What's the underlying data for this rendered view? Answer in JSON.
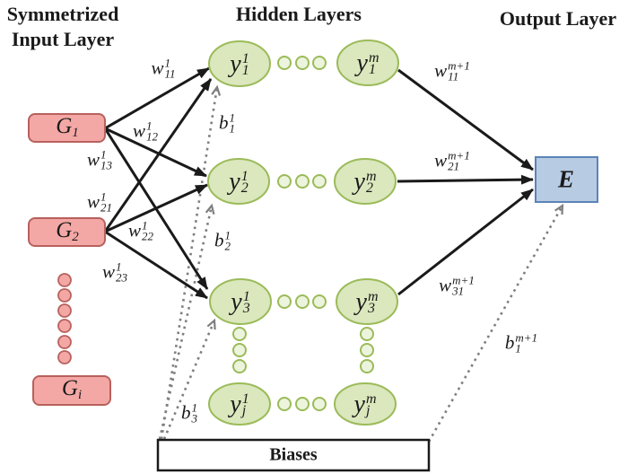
{
  "titles": {
    "input_layer_line1": "Symmetrized",
    "input_layer_line2": "Input Layer",
    "hidden_layers": "Hidden Layers",
    "output_layer": "Output Layer"
  },
  "nodes": {
    "g1": {
      "base": "G",
      "sub": "1"
    },
    "g2": {
      "base": "G",
      "sub": "2"
    },
    "gi": {
      "base": "G",
      "sub": "i"
    },
    "y1_1": {
      "base": "y",
      "sup": "1",
      "sub": "1"
    },
    "y2_1": {
      "base": "y",
      "sup": "1",
      "sub": "2"
    },
    "y3_1": {
      "base": "y",
      "sup": "1",
      "sub": "3"
    },
    "yj_1": {
      "base": "y",
      "sup": "1",
      "sub": "j"
    },
    "y1_m": {
      "base": "y",
      "sup": "m",
      "sub": "1"
    },
    "y2_m": {
      "base": "y",
      "sup": "m",
      "sub": "2"
    },
    "y3_m": {
      "base": "y",
      "sup": "m",
      "sub": "3"
    },
    "yj_m": {
      "base": "y",
      "sup": "m",
      "sub": "j"
    },
    "e": "E",
    "biases": "Biases"
  },
  "labels": {
    "w11_1": {
      "base": "w",
      "sup": "1",
      "sub": "11"
    },
    "w12_1": {
      "base": "w",
      "sup": "1",
      "sub": "12"
    },
    "w13_1": {
      "base": "w",
      "sup": "1",
      "sub": "13"
    },
    "w21_1": {
      "base": "w",
      "sup": "1",
      "sub": "21"
    },
    "w22_1": {
      "base": "w",
      "sup": "1",
      "sub": "22"
    },
    "w23_1": {
      "base": "w",
      "sup": "1",
      "sub": "23"
    },
    "b1_1": {
      "base": "b",
      "sup": "1",
      "sub": "1"
    },
    "b2_1": {
      "base": "b",
      "sup": "1",
      "sub": "2"
    },
    "b3_1": {
      "base": "b",
      "sup": "1",
      "sub": "3"
    },
    "w11_m1": {
      "base": "w",
      "sup": "m+1",
      "sub": "11"
    },
    "w21_m1": {
      "base": "w",
      "sup": "m+1",
      "sub": "21"
    },
    "w31_m1": {
      "base": "w",
      "sup": "m+1",
      "sub": "31"
    },
    "b1_m1": {
      "base": "b",
      "sup": "m+1",
      "sub": "1"
    }
  },
  "colors": {
    "input_fill": "#f4a8a5",
    "input_border": "#b8615d",
    "hidden_fill": "#dbe7bd",
    "hidden_border": "#9bbb59",
    "hidden_dot_fill": "#edf4dd",
    "output_fill": "#b7cbe3",
    "output_border": "#5b84b8",
    "arrow": "#1a1a1a",
    "bias_arrow": "#7f7f7f",
    "text": "#1a1a1a"
  }
}
